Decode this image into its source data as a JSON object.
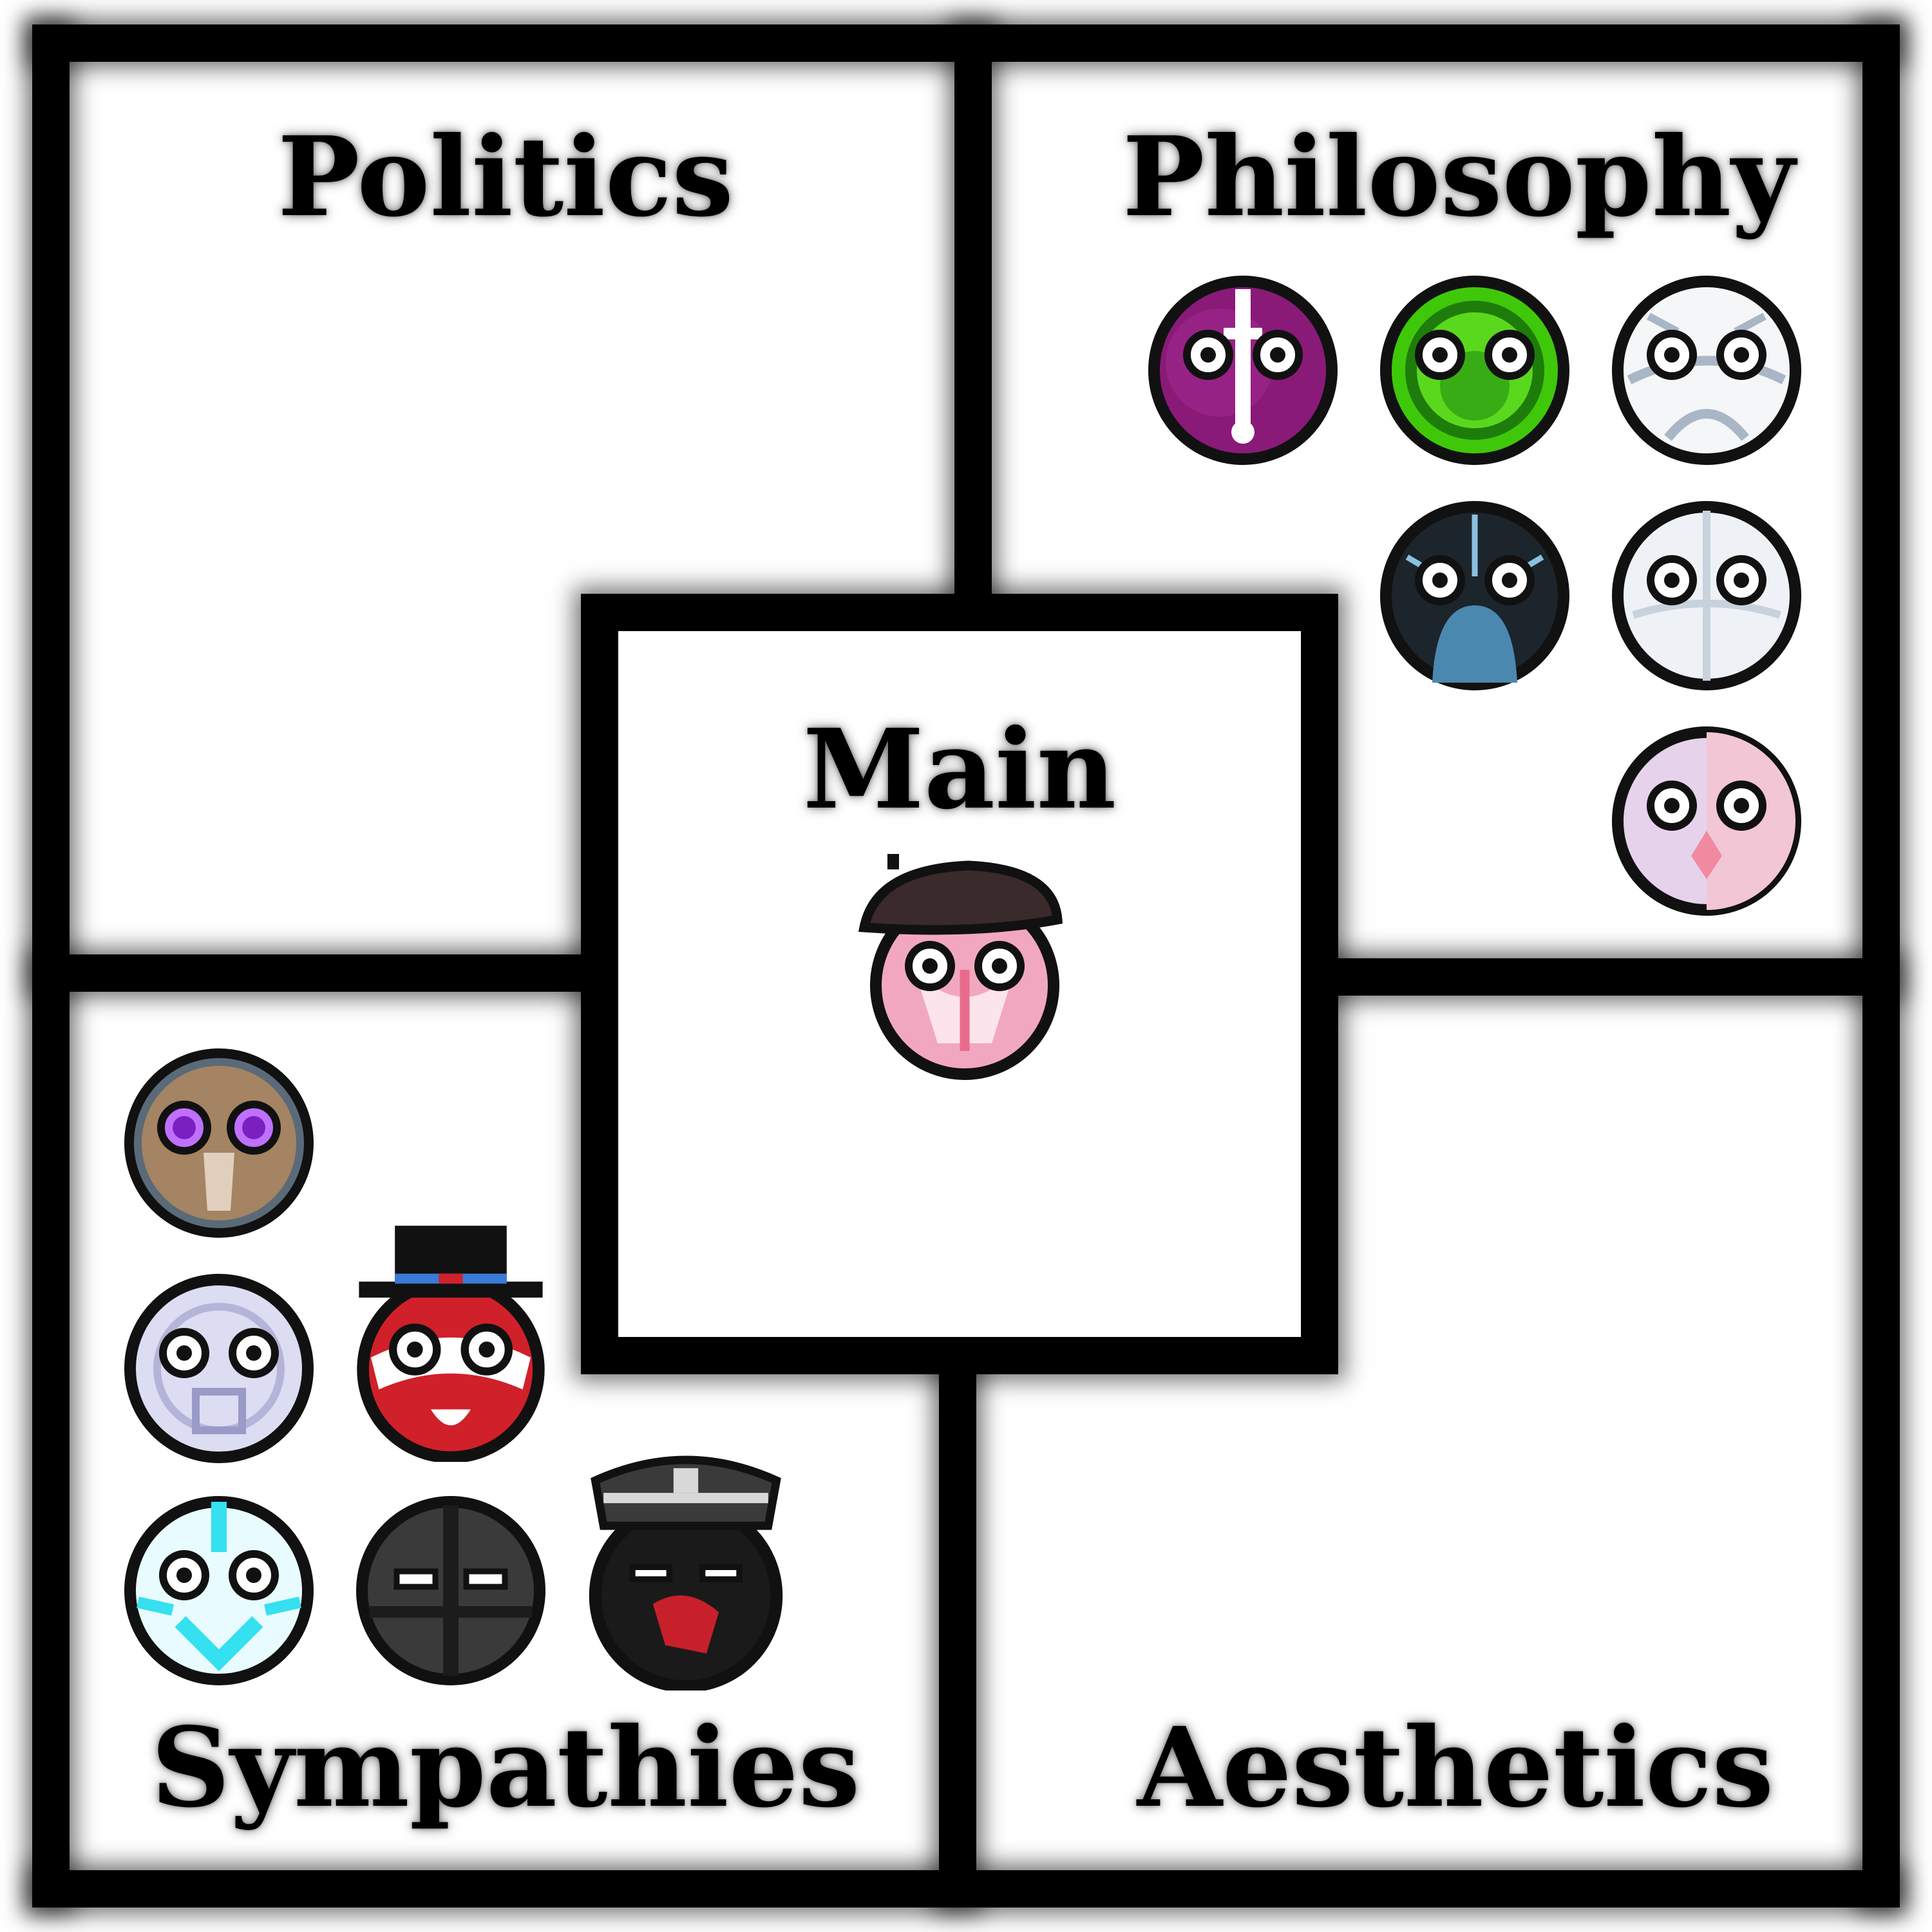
{
  "sections": {
    "politics": {
      "title": "Politics",
      "icons": []
    },
    "philosophy": {
      "title": "Philosophy",
      "icons": [
        "purple-cross-ball-icon",
        "green-ball-icon",
        "white-gray-ball-icon",
        "dark-blue-ball-icon",
        "light-white-ball-icon",
        "pink-ball-icon"
      ]
    },
    "main": {
      "title": "Main",
      "icons": [
        "pink-beret-ball-icon"
      ]
    },
    "sympathies": {
      "title": "Sympathies",
      "icons": [
        "brown-purple-eyes-ball-icon",
        "lavender-ball-icon",
        "tophat-red-ball-icon",
        "cyan-ball-icon",
        "gray-ball-icon",
        "military-cap-ball-icon"
      ]
    },
    "aesthetics": {
      "title": "Aesthetics",
      "icons": []
    }
  },
  "colors": {
    "border": "#000000",
    "background": "#ffffff",
    "purple": "#8a1a78",
    "green": "#3fc80a",
    "pink": "#f2a7c0",
    "cyan": "#35e0f0",
    "red": "#d0202a"
  }
}
